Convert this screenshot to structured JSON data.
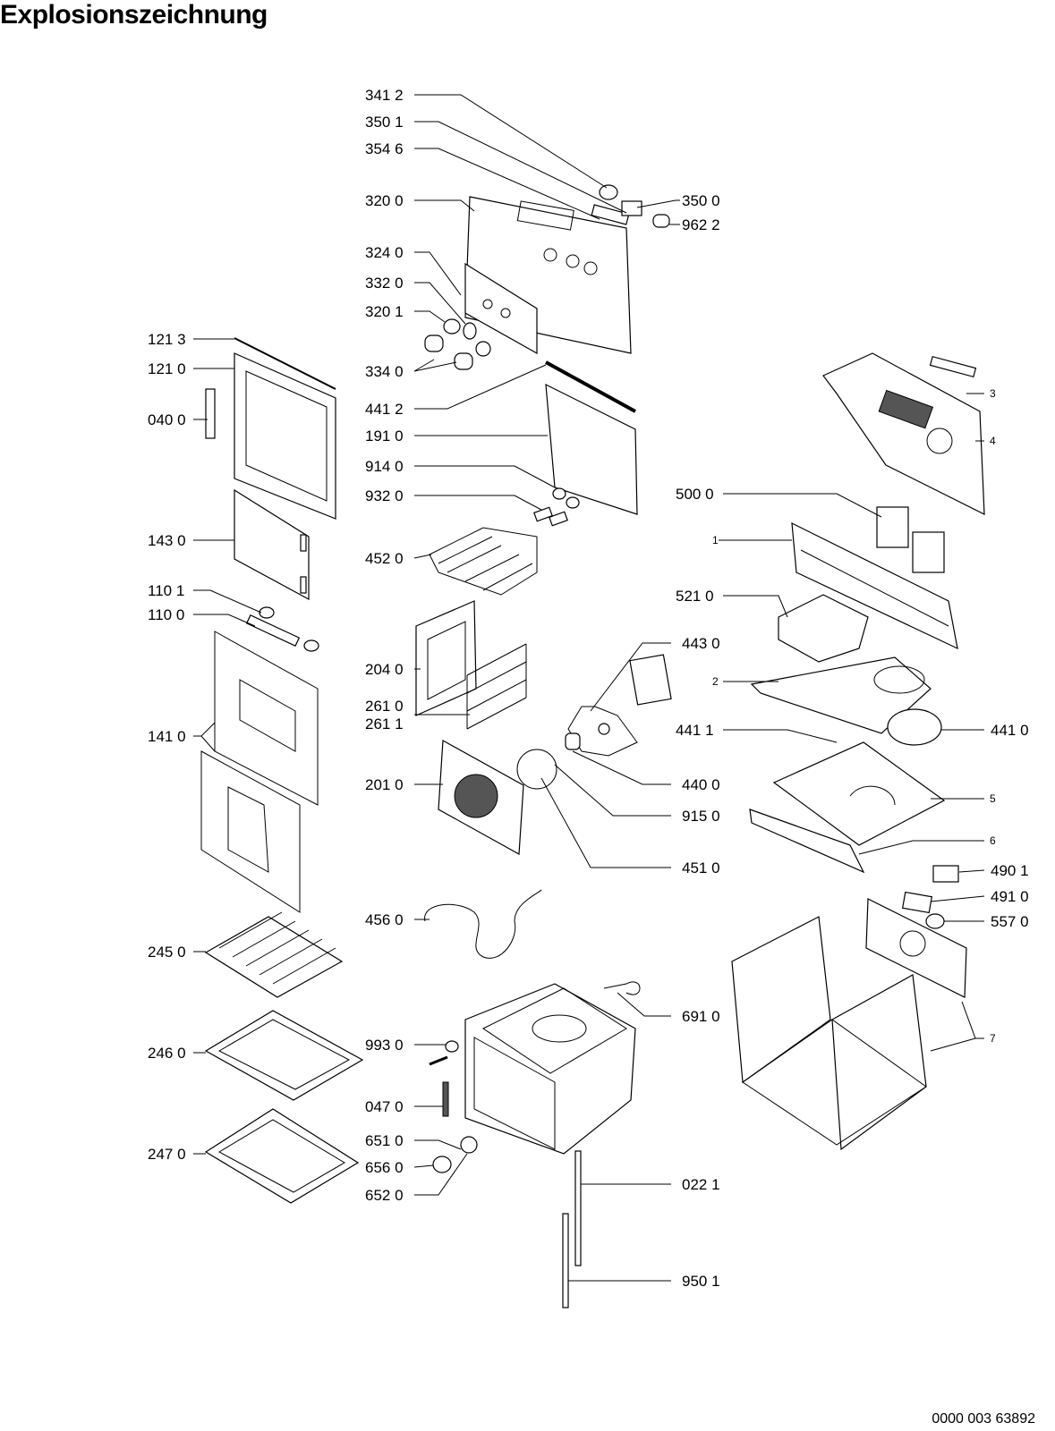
{
  "title": "Explosionszeichnung",
  "document_number": "0000 003 63892",
  "callouts": [
    {
      "label": "341 2"
    },
    {
      "label": "350 1"
    },
    {
      "label": "354 6"
    },
    {
      "label": "320 0"
    },
    {
      "label": "350 0"
    },
    {
      "label": "962 2"
    },
    {
      "label": "324 0"
    },
    {
      "label": "332 0"
    },
    {
      "label": "320 1"
    },
    {
      "label": "121 3"
    },
    {
      "label": "121 0"
    },
    {
      "label": "334 0"
    },
    {
      "label": "441 2"
    },
    {
      "label": "040 0"
    },
    {
      "label": "191 0"
    },
    {
      "label": "914 0"
    },
    {
      "label": "932 0"
    },
    {
      "label": "500 0"
    },
    {
      "label": "143 0"
    },
    {
      "label": "452 0"
    },
    {
      "label": "110 1"
    },
    {
      "label": "110 0"
    },
    {
      "label": "521 0"
    },
    {
      "label": "443 0"
    },
    {
      "label": "204 0"
    },
    {
      "label": "261 0"
    },
    {
      "label": "261 1"
    },
    {
      "label": "441 1"
    },
    {
      "label": "441 0"
    },
    {
      "label": "141 0"
    },
    {
      "label": "440 0"
    },
    {
      "label": "201 0"
    },
    {
      "label": "915 0"
    },
    {
      "label": "451 0"
    },
    {
      "label": "490 1"
    },
    {
      "label": "491 0"
    },
    {
      "label": "456 0"
    },
    {
      "label": "557 0"
    },
    {
      "label": "245 0"
    },
    {
      "label": "691 0"
    },
    {
      "label": "246 0"
    },
    {
      "label": "993 0"
    },
    {
      "label": "047 0"
    },
    {
      "label": "651 0"
    },
    {
      "label": "247 0"
    },
    {
      "label": "656 0"
    },
    {
      "label": "652 0"
    },
    {
      "label": "022 1"
    },
    {
      "label": "950 1"
    },
    {
      "label": "3"
    },
    {
      "label": "4"
    },
    {
      "label": "1"
    },
    {
      "label": "2"
    },
    {
      "label": "5"
    },
    {
      "label": "6"
    },
    {
      "label": "7"
    }
  ]
}
